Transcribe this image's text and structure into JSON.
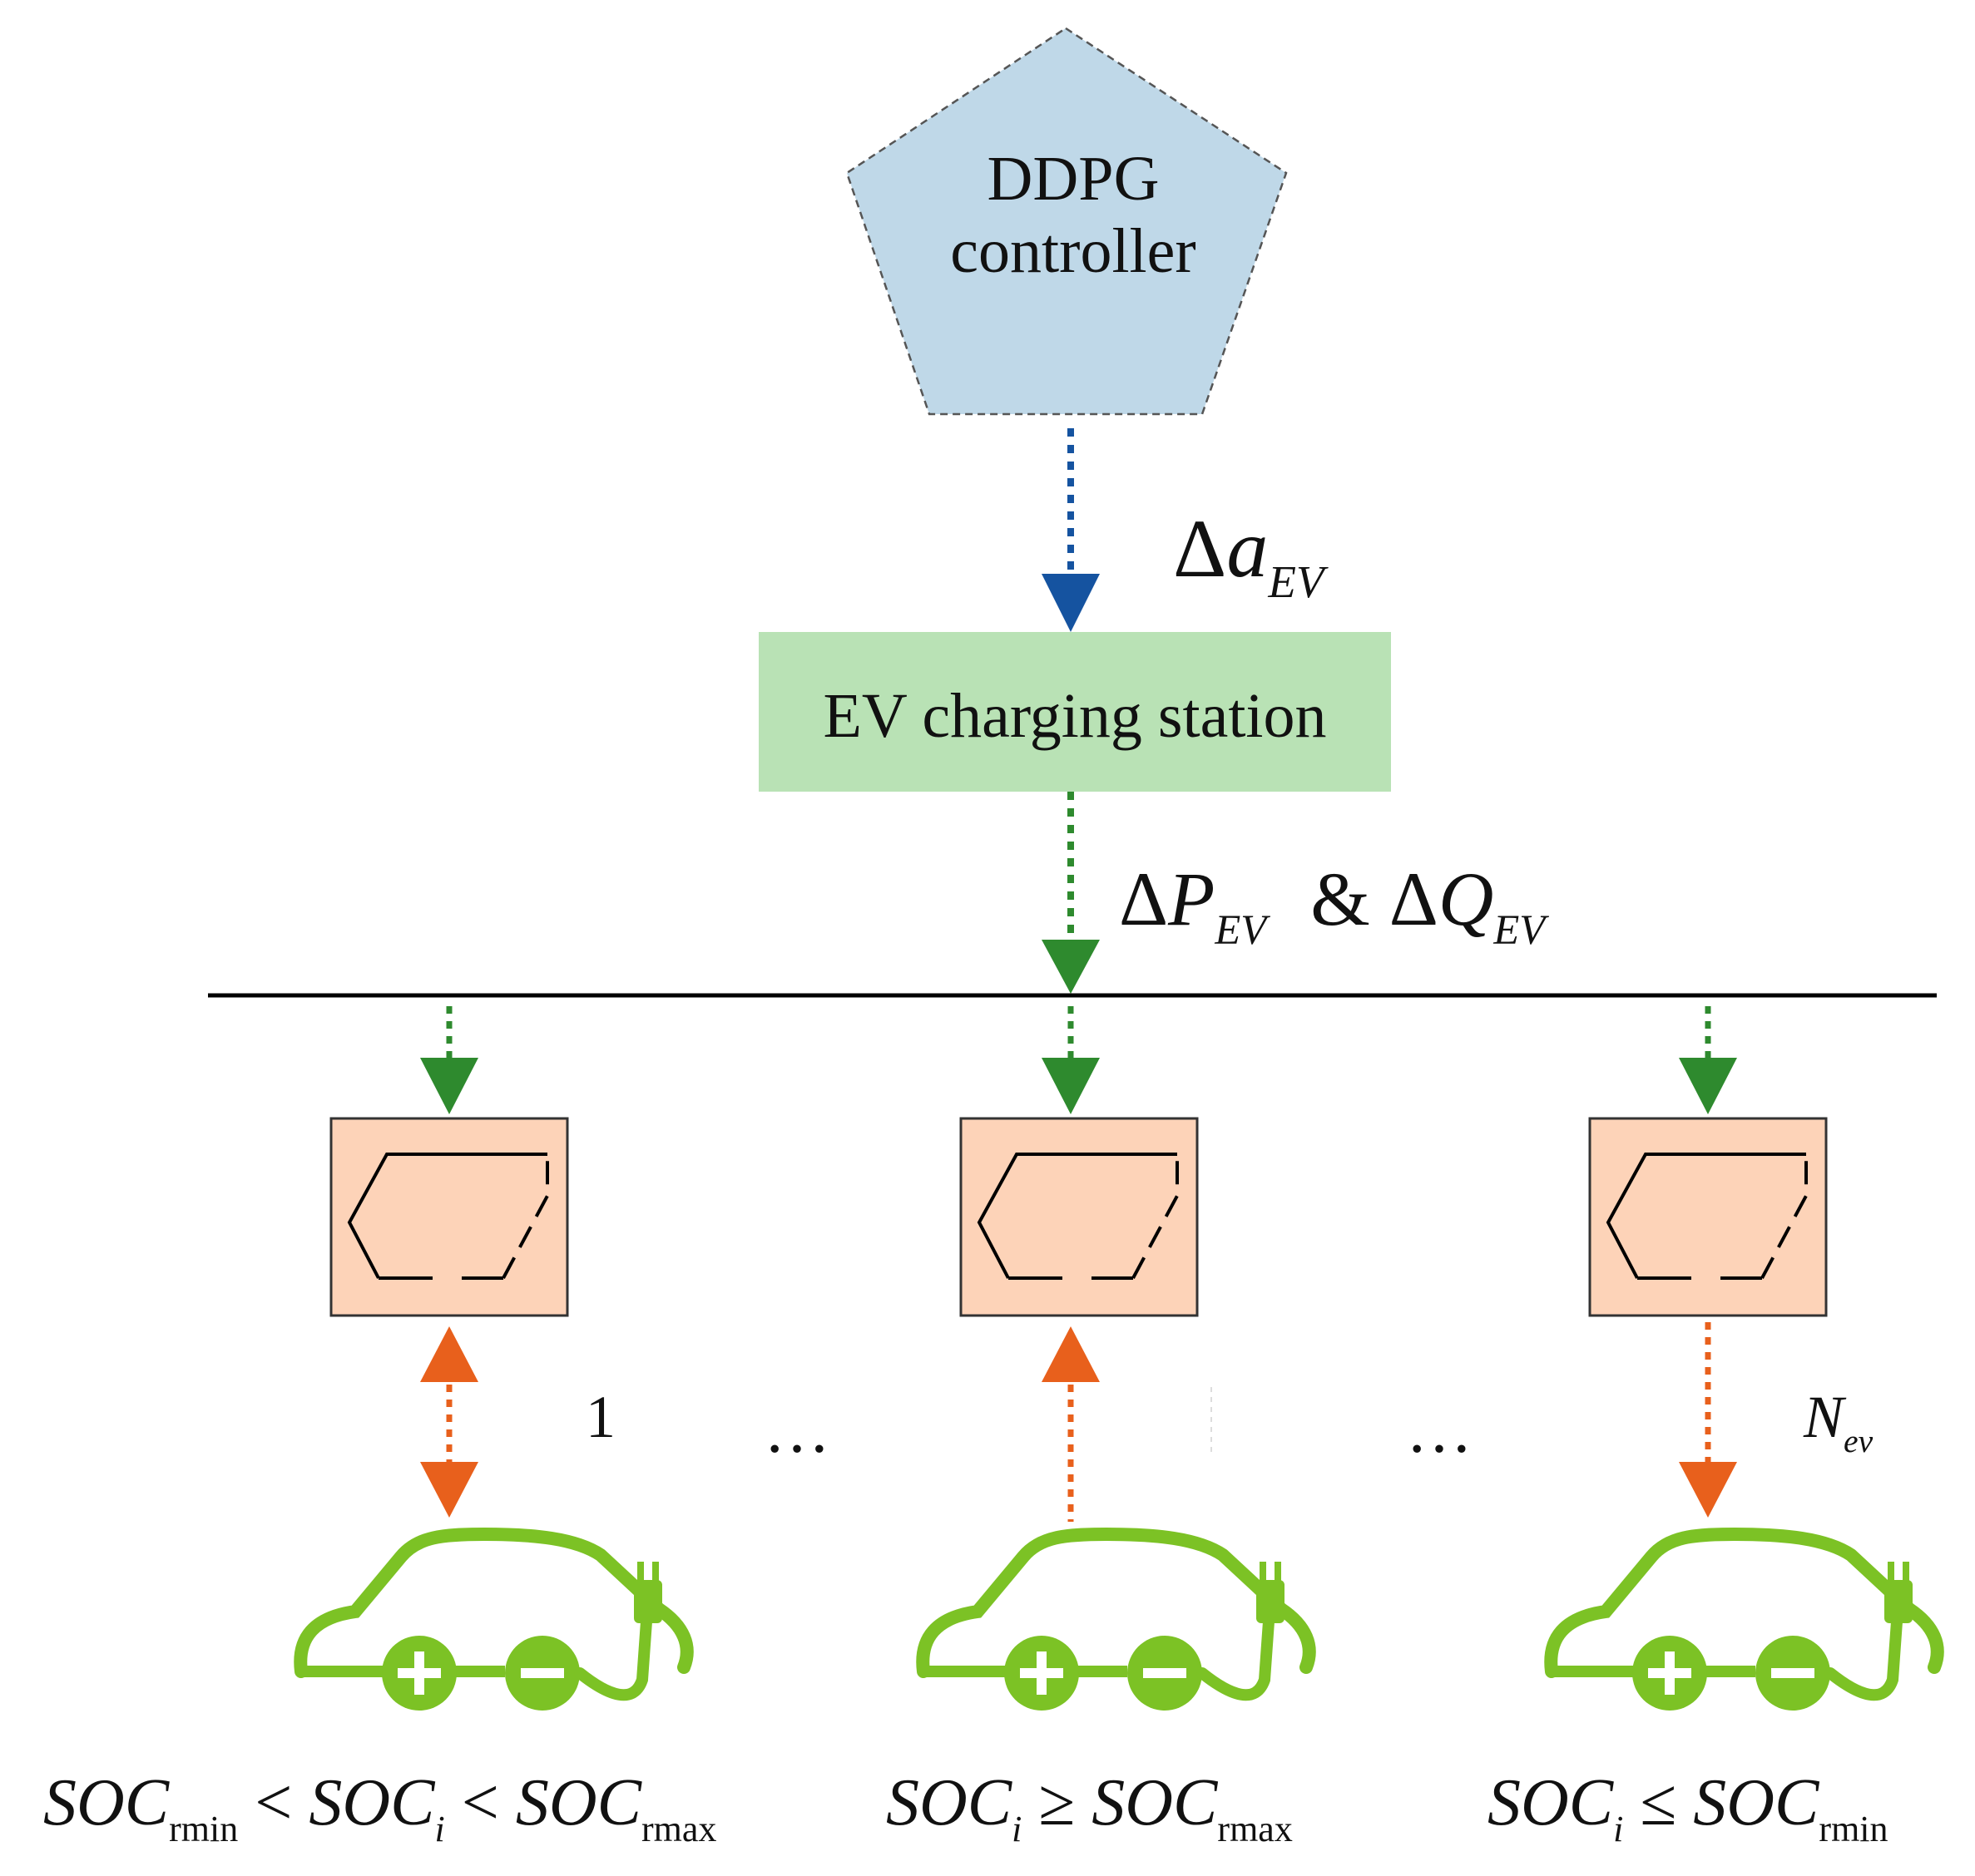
{
  "controller": {
    "line1": "DDPG",
    "line2": "controller",
    "fill": "#bfd8e8",
    "stroke": "#555555"
  },
  "station": {
    "label": "EV charging station",
    "fill": "#b9e2b5"
  },
  "signals": {
    "action": {
      "delta": "Δ",
      "main": "a",
      "sub": "EV"
    },
    "power": {
      "delta1": "Δ",
      "p": "P",
      "sub1": "EV",
      "amp": "&",
      "delta2": "Δ",
      "q": "Q",
      "sub2": "EV"
    }
  },
  "indices": {
    "first": "1",
    "ellipsis": "…",
    "last_main": "N",
    "last_sub": "ev"
  },
  "conditions": {
    "left": {
      "a": "SOC",
      "a_sub": "rmin",
      "op1": "<",
      "b": "SOC",
      "b_sub": "i",
      "op2": "<",
      "c": "SOC",
      "c_sub": "rmax"
    },
    "middle": {
      "a": "SOC",
      "a_sub": "i",
      "op": "≥",
      "b": "SOC",
      "b_sub": "rmax"
    },
    "right": {
      "a": "SOC",
      "a_sub": "i",
      "op": "≤",
      "b": "SOC",
      "b_sub": "rmin"
    }
  },
  "colors": {
    "blue_arrow": "#1553a0",
    "green_arrow": "#2e8a2e",
    "orange_arrow": "#e8601c",
    "charger_fill": "#fdd3b8",
    "car_green": "#7cc225",
    "bus_line": "#000000"
  },
  "icons": [
    "pentagon-node",
    "charger-icon",
    "electric-car-icon"
  ]
}
